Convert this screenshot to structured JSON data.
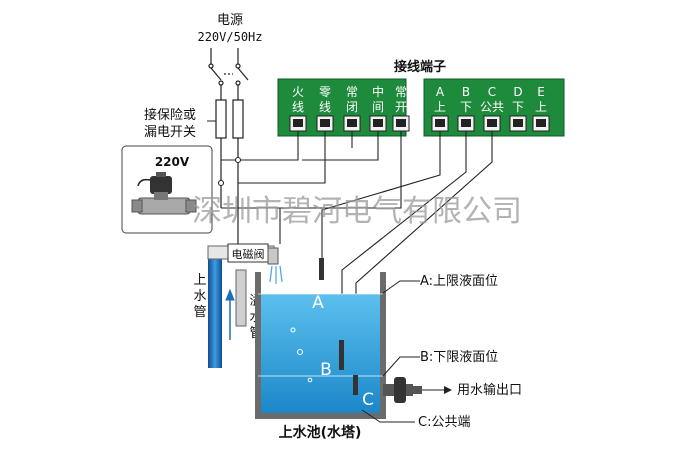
{
  "power": {
    "title": "电源",
    "spec": "220V/50Hz"
  },
  "fuse_label": {
    "line1": "接保险或",
    "line2": "漏电开关"
  },
  "terminal_block": {
    "title": "接线端子",
    "terminals": [
      {
        "l1": "火",
        "l2": "线"
      },
      {
        "l1": "零",
        "l2": "线"
      },
      {
        "l1": "常",
        "l2": "闭"
      },
      {
        "l1": "中",
        "l2": "间"
      },
      {
        "l1": "常",
        "l2": "开"
      },
      {
        "l1": "A",
        "l2": "上"
      },
      {
        "l1": "B",
        "l2": "下"
      },
      {
        "l1": "C",
        "l2": "公共"
      },
      {
        "l1": "D",
        "l2": "下"
      },
      {
        "l1": "E",
        "l2": "上"
      }
    ]
  },
  "valve": {
    "voltage": "220V",
    "label": "电磁阀"
  },
  "watermark": "深圳市碧河电气有限公司",
  "pipes": {
    "inlet": [
      "上",
      "水",
      "管"
    ],
    "overflow": [
      "溢",
      "水",
      "管"
    ]
  },
  "tank": {
    "title": "上水池(水塔)",
    "probe_a": "A",
    "probe_b": "B",
    "probe_c": "C"
  },
  "annotations": {
    "a": "A:上限液面位",
    "b": "B:下限液面位",
    "c": "C:公共端",
    "outlet": "用水输出口"
  },
  "colors": {
    "terminal_green": "#1e8a3c",
    "water_blue": "#2aa0dc",
    "tank_gray": "#6b6b6b",
    "pipe_blue": "#1f6fb8"
  }
}
